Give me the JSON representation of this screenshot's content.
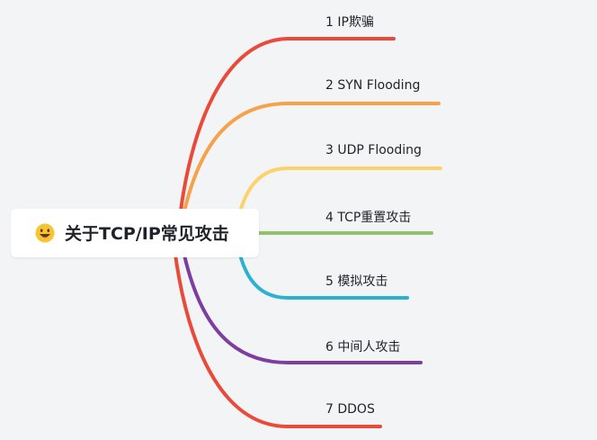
{
  "root": {
    "emoji": "grinning-face-icon",
    "title": "关于TCP/IP常见攻击"
  },
  "branches": [
    {
      "label": "1 IP欺骗",
      "color": "#e94a3a"
    },
    {
      "label": "2 SYN Flooding",
      "color": "#f5a24b"
    },
    {
      "label": "3 UDP Flooding",
      "color": "#fbd36a"
    },
    {
      "label": "4 TCP重置攻击",
      "color": "#93c06a"
    },
    {
      "label": "5 模拟攻击",
      "color": "#2bb2d1"
    },
    {
      "label": "6 中间人攻击",
      "color": "#7c3ea0"
    },
    {
      "label": "7 DDOS",
      "color": "#e94a3a"
    }
  ]
}
